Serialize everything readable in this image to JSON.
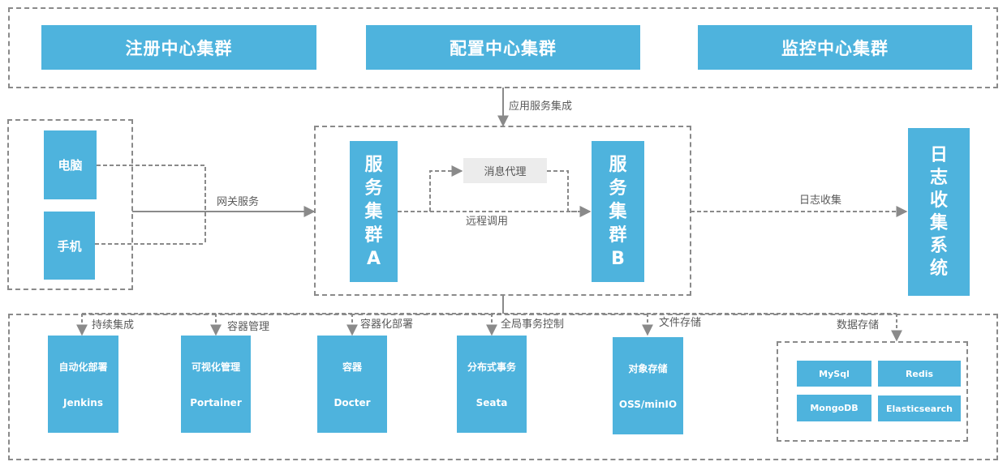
{
  "top": {
    "registry": "注册中心集群",
    "config": "配置中心集群",
    "monitor": "监控中心集群"
  },
  "labels": {
    "app_integration": "应用服务集成",
    "gateway": "网关服务",
    "log_collect": "日志收集",
    "remote_call": "远程调用",
    "mq": "消息代理",
    "ci": "持续集成",
    "container_mgmt": "容器管理",
    "containerize": "容器化部署",
    "global_tx": "全局事务控制",
    "file_storage": "文件存储",
    "data_storage": "数据存储"
  },
  "clients": {
    "pc": "电脑",
    "phone": "手机"
  },
  "cluster_a": [
    "服",
    "务",
    "集",
    "群",
    "A"
  ],
  "cluster_b": [
    "服",
    "务",
    "集",
    "群",
    "B"
  ],
  "log_system": [
    "日",
    "志",
    "收",
    "集",
    "系",
    "统"
  ],
  "components": [
    {
      "title": "自动化部署",
      "name": "Jenkins"
    },
    {
      "title": "可视化管理",
      "name": "Portainer"
    },
    {
      "title": "容器",
      "name": "Docter"
    },
    {
      "title": "分布式事务",
      "name": "Seata"
    },
    {
      "title": "对象存储",
      "name": "OSS/minIO"
    }
  ],
  "databases": {
    "mysql": "MySql",
    "redis": "Redis",
    "mongodb": "MongoDB",
    "elasticsearch": "Elasticsearch"
  }
}
